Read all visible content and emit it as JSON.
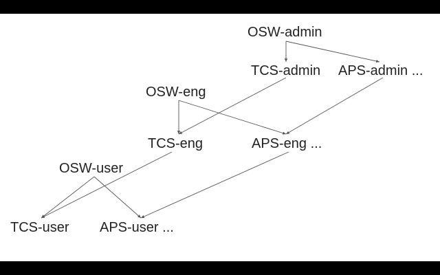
{
  "colors": {
    "background": "#ffffff",
    "frame": "#000000",
    "text": "#222222",
    "edge": "#555555"
  },
  "nodes": {
    "osw_admin": "OSW-admin",
    "tcs_admin": "TCS-admin",
    "aps_admin": "APS-admin ...",
    "osw_eng": "OSW-eng",
    "tcs_eng": "TCS-eng",
    "aps_eng": "APS-eng ...",
    "osw_user": "OSW-user",
    "tcs_user": "TCS-user",
    "aps_user": "APS-user ..."
  },
  "edges": [
    {
      "from": "osw_admin",
      "to": "tcs_admin"
    },
    {
      "from": "osw_admin",
      "to": "aps_admin"
    },
    {
      "from": "tcs_admin",
      "to": "tcs_eng"
    },
    {
      "from": "aps_admin",
      "to": "aps_eng"
    },
    {
      "from": "osw_eng",
      "to": "tcs_eng"
    },
    {
      "from": "osw_eng",
      "to": "aps_eng"
    },
    {
      "from": "tcs_eng",
      "to": "tcs_user"
    },
    {
      "from": "aps_eng",
      "to": "aps_user"
    },
    {
      "from": "osw_user",
      "to": "tcs_user"
    },
    {
      "from": "osw_user",
      "to": "aps_user"
    }
  ]
}
